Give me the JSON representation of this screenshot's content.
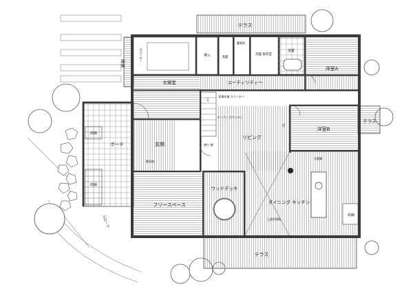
{
  "labels": {
    "terrace_top": "テラス",
    "terrace_right": "テラス",
    "terrace_bottom": "テラス",
    "counter": "カウンター",
    "oshiire": "押入",
    "senmen": "洗面",
    "chosuiki": "蓄電池",
    "yokushitsu": "浴室",
    "senmen_dressing": "洗面 脱衣室",
    "western_a": "洋室A",
    "western_b": "洋室B",
    "main_bedroom": "主寝室",
    "utility": "ユーティリティー",
    "engawa": "縁側",
    "storage_1": "収納",
    "storage_2": "収納",
    "storage_3": "収納",
    "porch": "ポーチ",
    "genkan": "玄関",
    "shoe_box": "靴収納",
    "free_space": "フリースペース",
    "wood_deck": "ウッドデッキ",
    "living": "リビング",
    "dining_kitchen": "ダイニング キッチン",
    "fridge": "冷蔵庫",
    "slope": "スロープ",
    "open_counter": "オープン カウンター",
    "work_counter": "家事作業 カウンター",
    "display_shelf": "飾り 棚",
    "top_storage": "上部吊収納",
    "up_arrow": "上",
    "tv": "TV"
  },
  "colors": {
    "wall": "#3a3a3a",
    "line": "#555555",
    "background": "#ffffff"
  }
}
